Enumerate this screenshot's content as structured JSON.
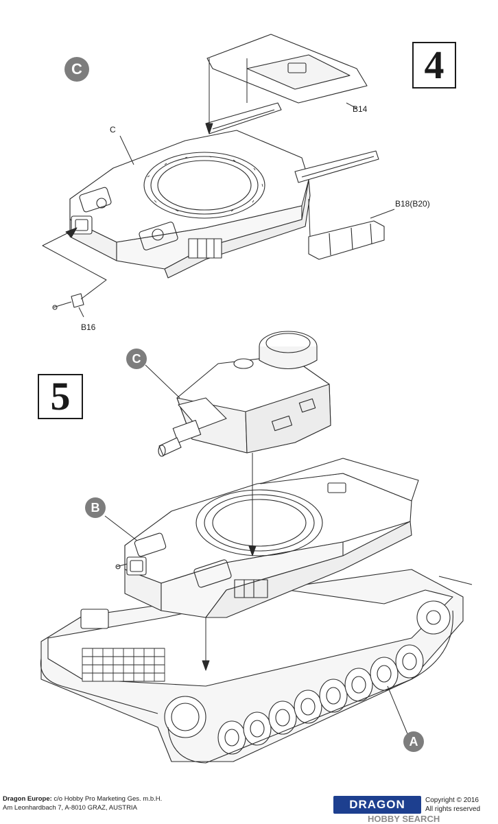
{
  "steps": {
    "step4": {
      "number": "4"
    },
    "step5": {
      "number": "5"
    }
  },
  "callouts": {
    "c_top": "C",
    "c_step5": "C",
    "b_step5": "B",
    "a_step5": "A"
  },
  "part_labels": {
    "c_small": "C",
    "b14": "B14",
    "b18": "B18(B20)",
    "b16": "B16"
  },
  "footer": {
    "company": "Dragon Europe:",
    "company_rest": " c/o Hobby Pro Marketing Ges. m.b.H.",
    "address": "Am Leonhardbach 7, A-8010 GRAZ, AUSTRIA",
    "logo_text": "DRAGON",
    "copyright_line1": "Copyright © 2016",
    "copyright_line2": "All rights reserved",
    "watermark": "HOBBY SEARCH"
  },
  "colors": {
    "line": "#2a2a2a",
    "badge": "#7d7d7d",
    "brand": "#1d3f8f"
  }
}
